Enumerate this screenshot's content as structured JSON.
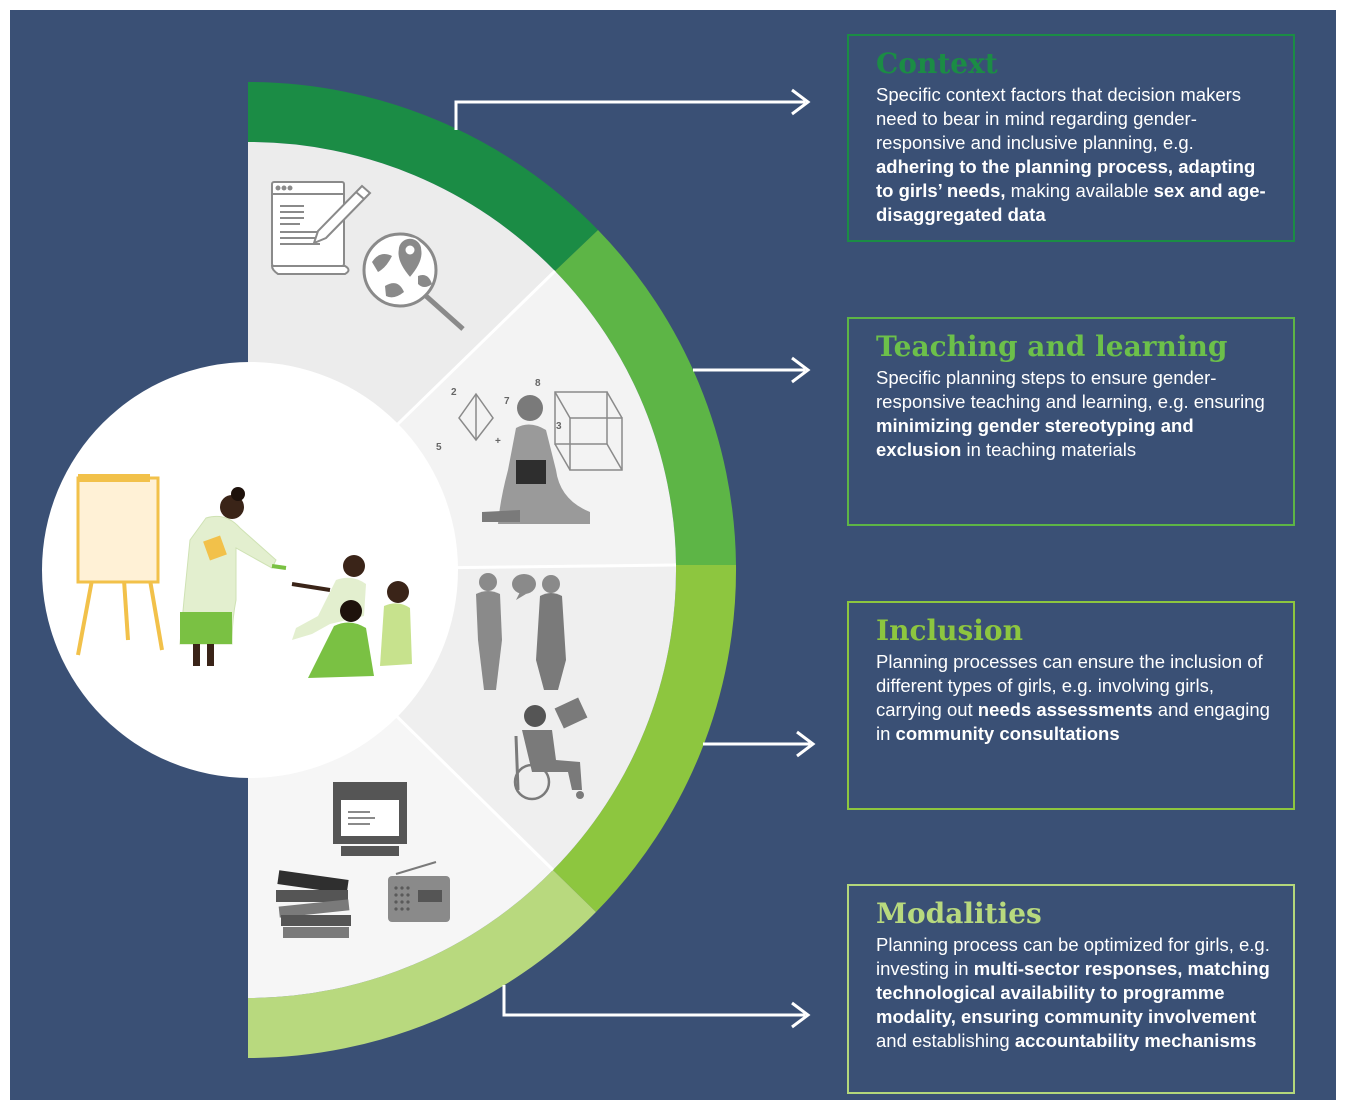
{
  "colors": {
    "background": "#3a5075",
    "context": "#1b8c45",
    "teaching": "#5db546",
    "inclusion": "#8dc63f",
    "modalities": "#b4d77b",
    "panel": "#efefef",
    "icon": "#8a8a8a"
  },
  "sections": [
    {
      "title": "Context",
      "segments": [
        {
          "text": "Specific context factors that decision makers need to bear in mind regarding gender-responsive and inclusive planning, e.g. ",
          "bold": false
        },
        {
          "text": "adhering to the planning process, adapting to girls’ needs,",
          "bold": true
        },
        {
          "text": " making available ",
          "bold": false
        },
        {
          "text": "sex and age-disaggregated data",
          "bold": true
        }
      ],
      "icons": [
        "document-pencil-icon",
        "globe-magnifier-location-icon"
      ]
    },
    {
      "title": "Teaching and learning",
      "segments": [
        {
          "text": "Specific planning steps to ensure gender-responsive teaching and learning, e.g. ensuring ",
          "bold": false
        },
        {
          "text": "minimizing gender stereotyping and exclusion",
          "bold": true
        },
        {
          "text": " in teaching materials",
          "bold": false
        }
      ],
      "icons": [
        "reading-girl-icon",
        "geometry-cube-icon"
      ],
      "illustration_numbers": [
        "2",
        "8",
        "7",
        "3",
        "5",
        "+"
      ]
    },
    {
      "title": "Inclusion",
      "segments": [
        {
          "text": "Planning processes can ensure the inclusion of different types of girls, e.g. involving girls, carrying out ",
          "bold": false
        },
        {
          "text": "needs assessments",
          "bold": true
        },
        {
          "text": " and engaging in ",
          "bold": false
        },
        {
          "text": "community consultations",
          "bold": true
        }
      ],
      "icons": [
        "talking-people-icon",
        "wheelchair-user-icon"
      ]
    },
    {
      "title": "Modalities",
      "segments": [
        {
          "text": "Planning process can be optimized for girls, e.g. investing in ",
          "bold": false
        },
        {
          "text": "multi-sector responses, matching technological availability to programme modality, ensuring community involvement",
          "bold": true
        },
        {
          "text": " and establishing ",
          "bold": false
        },
        {
          "text": "accountability mechanisms",
          "bold": true
        }
      ],
      "icons": [
        "computer-monitor-icon",
        "book-stack-icon",
        "radio-icon"
      ]
    }
  ],
  "center_illustration": "classroom-teacher-students-icon"
}
